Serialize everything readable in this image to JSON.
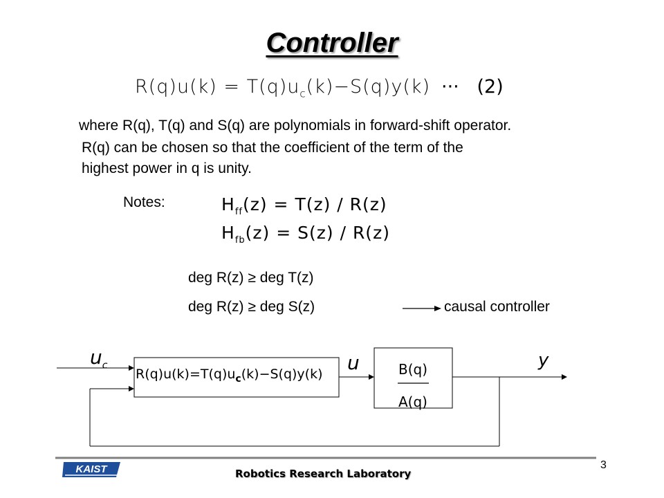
{
  "slide": {
    "title": "Controller",
    "equation": {
      "lhs": "R(q)u(k)",
      "rhs_t": "T(q)u",
      "sub_c": "c",
      "rhs_rest": "(k)−S(q)y(k)",
      "dots": "···",
      "number": "(2)"
    },
    "paragraph": {
      "line1": "where R(q), T(q) and S(q) are polynomials in forward-shift operator.",
      "line2": "R(q) can be chosen so that the coefficient of the term of the",
      "line3": "highest power in q is unity."
    },
    "notes": {
      "label": "Notes:",
      "hff_sym": "H",
      "hff_sub": "ff",
      "hff_rest": "(z) = T(z) / R(z)",
      "hfb_sym": "H",
      "hfb_sub": "fb",
      "hfb_rest": "(z) = S(z) / R(z)",
      "deg1": "deg R(z) ≥ deg T(z)",
      "deg2": "deg R(z) ≥ deg S(z)",
      "causal": "causal controller"
    },
    "diagram": {
      "input_label_main": "u",
      "input_label_sub": "c",
      "controller_eq_left": "R(q)u(k)=T(q)u",
      "controller_eq_sub": "c",
      "controller_eq_right": "(k)−S(q)y(k)",
      "signal_u": "u",
      "plant_num": "B(q)",
      "plant_den": "A(q)",
      "output_label": "y"
    },
    "footer": {
      "logo_text": "KAIST",
      "lab_name": "Robotics Research Laboratory",
      "page_number": "3"
    },
    "colors": {
      "text": "#000000",
      "footer_line": "#808080",
      "logo_blue": "#1f4e9a"
    }
  }
}
